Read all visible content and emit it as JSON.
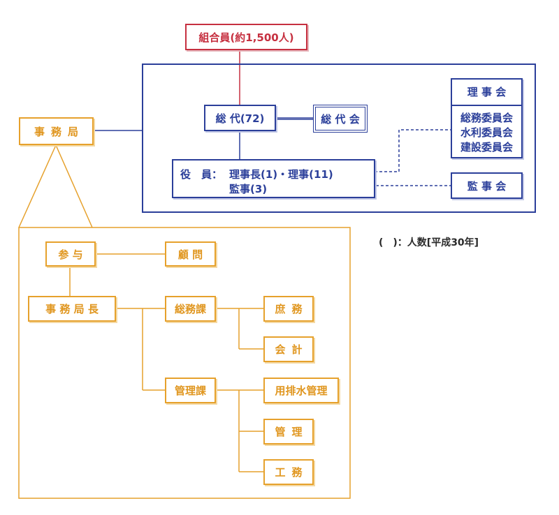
{
  "members": "組合員(約1,500人)",
  "assembly": "総 代(72)",
  "assembly_meeting": "総代会",
  "officers": {
    "label": "役　員：",
    "line1": "理事長(1)・理事(11)",
    "line2": "監事(3)"
  },
  "board": {
    "title": "理事会",
    "committees": [
      "総務委員会",
      "水利委員会",
      "建設委員会"
    ]
  },
  "auditors": "監事会",
  "secretariat": "事務局",
  "legend": "(　)：人数[平成30年]",
  "advisor": "参与",
  "counselor": "顧問",
  "director": "事務局長",
  "general_affairs": "総務課",
  "general_affairs_units": [
    "庶務",
    "会計"
  ],
  "management": "管理課",
  "management_units": [
    "用排水管理",
    "管理",
    "工務"
  ],
  "colors": {
    "red": "#c63040",
    "blue": "#2b3f9a",
    "orange": "#e6a12c"
  }
}
